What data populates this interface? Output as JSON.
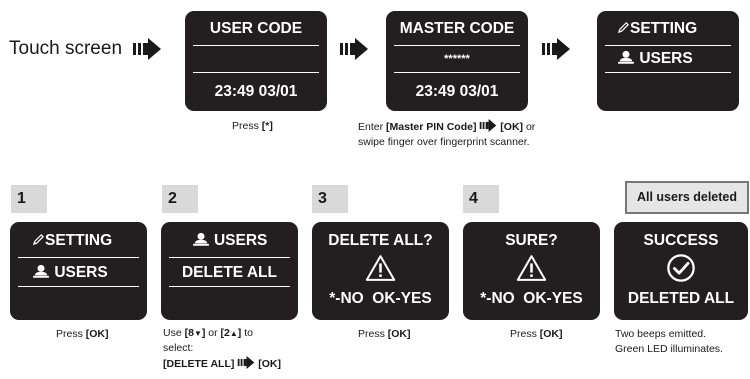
{
  "intro": {
    "label": "Touch screen"
  },
  "screens": {
    "user_code": {
      "title": "USER CODE",
      "time": "23:49 03/01"
    },
    "master_code": {
      "title": "MASTER CODE",
      "masked": "******",
      "time": "23:49 03/01"
    },
    "setting_top": {
      "item1": "SETTING",
      "item2": "USERS"
    },
    "setting_step1": {
      "item1": "SETTING",
      "item2": "USERS"
    },
    "users_step2": {
      "item1": "USERS",
      "item2": "DELETE ALL"
    },
    "delete_all_step3": {
      "title": "DELETE ALL?",
      "options": "*-NO  OK-YES"
    },
    "sure_step4": {
      "title": "SURE?",
      "options": "*-NO  OK-YES"
    },
    "success": {
      "title": "SUCCESS",
      "message": "DELETED ALL"
    }
  },
  "captions": {
    "press_star": {
      "prefix": "Press ",
      "key": "[*]"
    },
    "enter_master": {
      "line1_key": "[Master PIN Code]",
      "line1_ok": "[OK]",
      "line1_suffix": " or",
      "line1_prefix": "Enter ",
      "line2": "swipe finger over fingerprint scanner."
    },
    "step1": {
      "prefix": "Press ",
      "key": "[OK]"
    },
    "step2": {
      "l1_prefix": "Use ",
      "l1_key1": "[8",
      "l1_close1": "]",
      "l1_or": " or ",
      "l1_key2": "[2",
      "l1_close2": "]",
      "l1_suffix": " to",
      "l2": "select:",
      "l3_key": "[DELETE ALL]",
      "l3_ok": "[OK]"
    },
    "step3": {
      "prefix": "Press ",
      "key": "[OK]"
    },
    "step4": {
      "prefix": "Press ",
      "key": "[OK]"
    },
    "result": {
      "line1": "Two beeps emitted.",
      "line2": "Green LED illuminates."
    }
  },
  "steps": [
    "1",
    "2",
    "3",
    "4"
  ],
  "result_badge": "All users deleted",
  "colors": {
    "screen_bg": "#231f20",
    "step_bg": "#d9d9d9",
    "badge_bg": "#e6e6e6",
    "badge_border": "#777777"
  },
  "icons": {
    "arrow": "flow-arrow-icon",
    "pencil": "pencil-icon",
    "user": "user-icon",
    "warning": "warning-icon",
    "check": "check-circle-icon",
    "down": "triangle-down-icon",
    "up": "triangle-up-icon"
  }
}
